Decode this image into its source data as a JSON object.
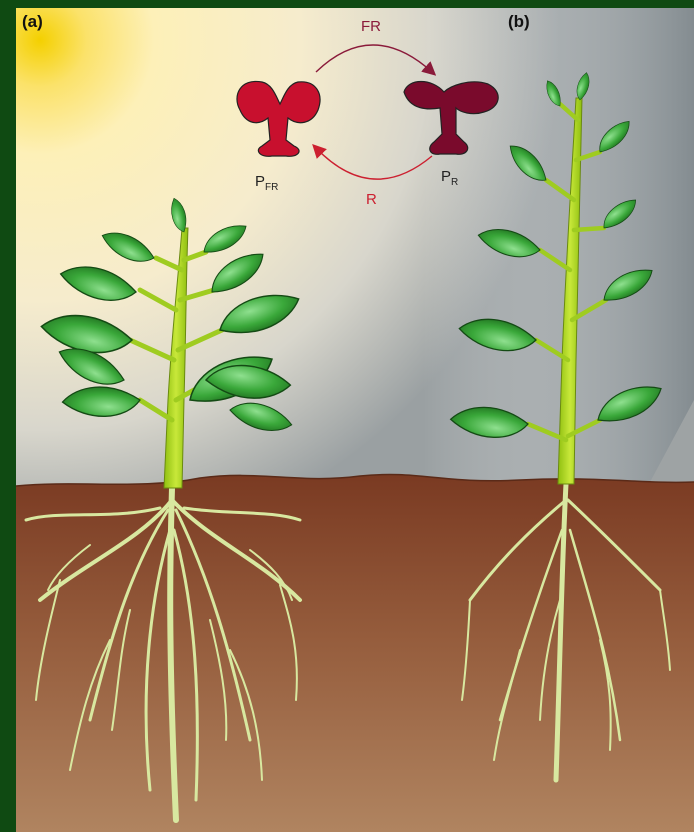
{
  "panels": {
    "a_label": "(a)",
    "b_label": "(b)"
  },
  "phytochrome": {
    "pfr_main": "P",
    "pfr_sub": "FR",
    "pr_main": "P",
    "pr_sub": "R",
    "top_arrow_label": "FR",
    "bottom_arrow_label": "R"
  },
  "colors": {
    "frame": "#0f4a12",
    "pfr": "#c8102e",
    "pr": "#7a0a2c",
    "arrow_fr": "#8a1a3a",
    "arrow_r": "#cc2030",
    "leaf": "#3aa83a",
    "stem": "#a8d020",
    "roots": "#d8e8a0",
    "soil": "#8a4a2c"
  }
}
